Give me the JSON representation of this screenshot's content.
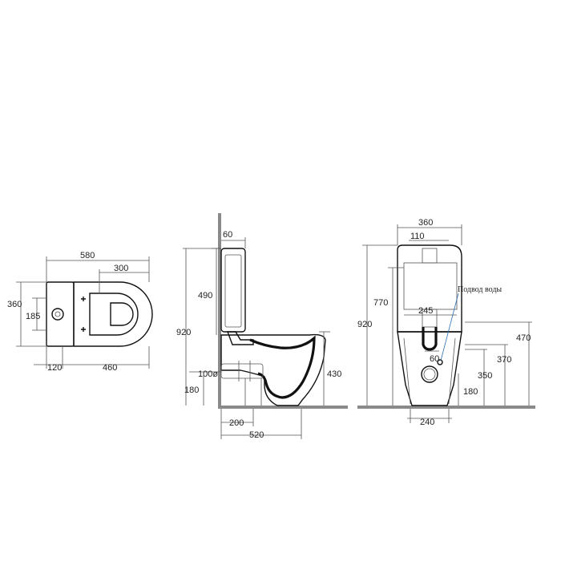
{
  "top_view": {
    "dims": {
      "w580": "580",
      "w300": "300",
      "h360": "360",
      "h185": "185",
      "w120": "120",
      "w460": "460"
    }
  },
  "side_view": {
    "dims": {
      "d60": "60",
      "d490": "490",
      "d920": "920",
      "d100": "100ø",
      "d180": "180",
      "d430": "430",
      "d200": "200",
      "d520": "520"
    }
  },
  "front_view": {
    "dims": {
      "d360": "360",
      "d110": "110",
      "d770": "770",
      "d920": "920",
      "d245": "245",
      "d60": "60",
      "d470": "470",
      "d370": "370",
      "d350": "350",
      "d180": "180",
      "d240": "240"
    },
    "annotation": "Подвод воды"
  },
  "colors": {
    "line": "#111111",
    "dim_line": "#555555",
    "wall": "#8a8a8a",
    "background": "#ffffff"
  }
}
